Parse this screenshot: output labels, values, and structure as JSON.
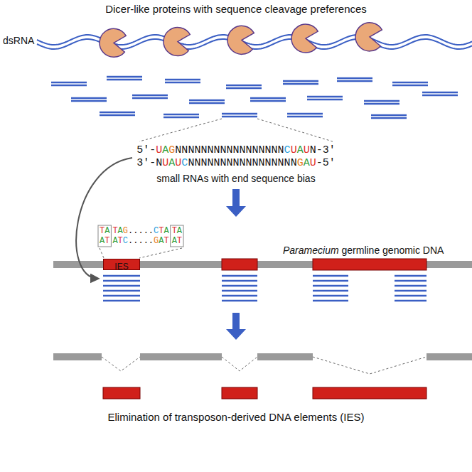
{
  "diagram": {
    "title": "Dicer-like proteins with sequence cleavage preferences",
    "nodes": [
      {
        "text": [
          "IES"
        ]
      }
    ],
    "labels": [
      "dsRNA",
      "5'-UAGNNNNNNNNNNNNNNNNNCUAUN-3'",
      "3'-NUAUCNNNNNNNNNNNNNNNNNGAU-5'",
      "small RNAs with end sequence bias",
      "TATAG.....CTATA",
      "ATATC.....GATAT",
      "Paramecium germline genomic DNA",
      "Elimination of transposon-derived DNA elements (IES)"
    ]
  }
}
